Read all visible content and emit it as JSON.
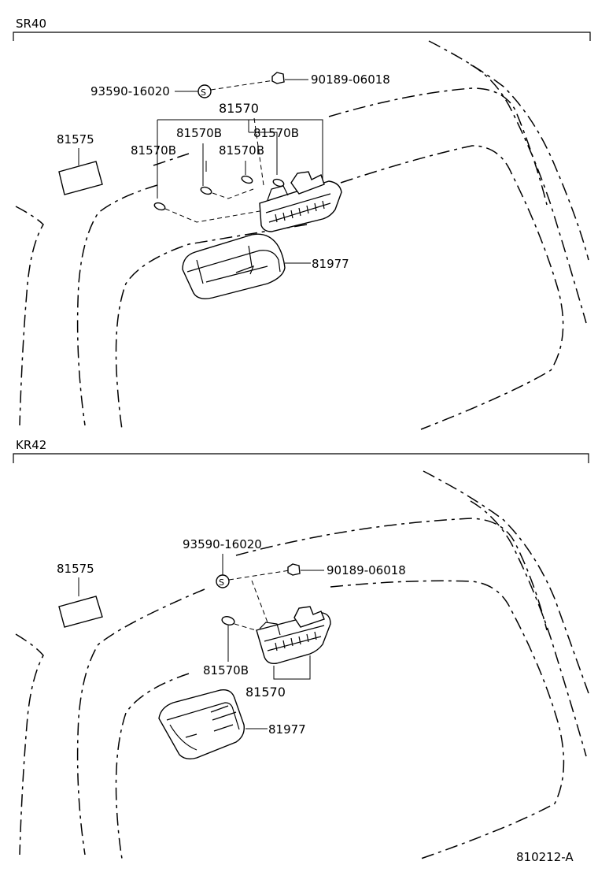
{
  "sections": [
    {
      "title": "SR40",
      "labels": {
        "bolt": "93590-16020",
        "clip": "90189-06018",
        "lamp_assy": "81570",
        "bulb_1": "81570B",
        "bulb_2": "81570B",
        "bulb_3": "81570B",
        "bulb_4": "81570B",
        "lens": "81575",
        "cover": "81977"
      }
    },
    {
      "title": "KR42",
      "labels": {
        "bolt": "93590-16020",
        "clip": "90189-06018",
        "lamp_assy": "81570",
        "bulb": "81570B",
        "lens": "81575",
        "cover": "81977"
      }
    }
  ],
  "footer_code": "810212-A",
  "symbol_s": "S"
}
